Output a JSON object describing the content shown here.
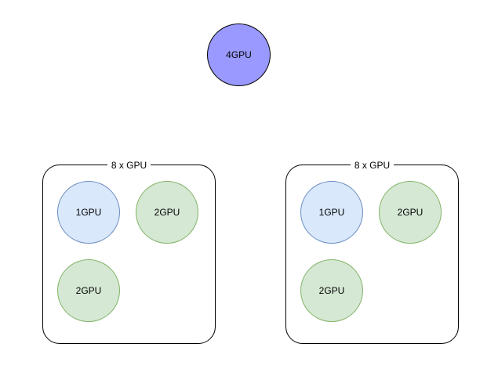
{
  "diagram": {
    "top_node": {
      "label": "4GPU",
      "fill": "#9999ff"
    },
    "groups": [
      {
        "label": "8 x GPU",
        "nodes": [
          {
            "label": "1GPU",
            "fill": "#dae8fc"
          },
          {
            "label": "2GPU",
            "fill": "#d5e8d4"
          },
          {
            "label": "2GPU",
            "fill": "#d5e8d4"
          }
        ]
      },
      {
        "label": "8 x GPU",
        "nodes": [
          {
            "label": "1GPU",
            "fill": "#dae8fc"
          },
          {
            "label": "2GPU",
            "fill": "#d5e8d4"
          },
          {
            "label": "2GPU",
            "fill": "#d5e8d4"
          }
        ]
      }
    ]
  }
}
